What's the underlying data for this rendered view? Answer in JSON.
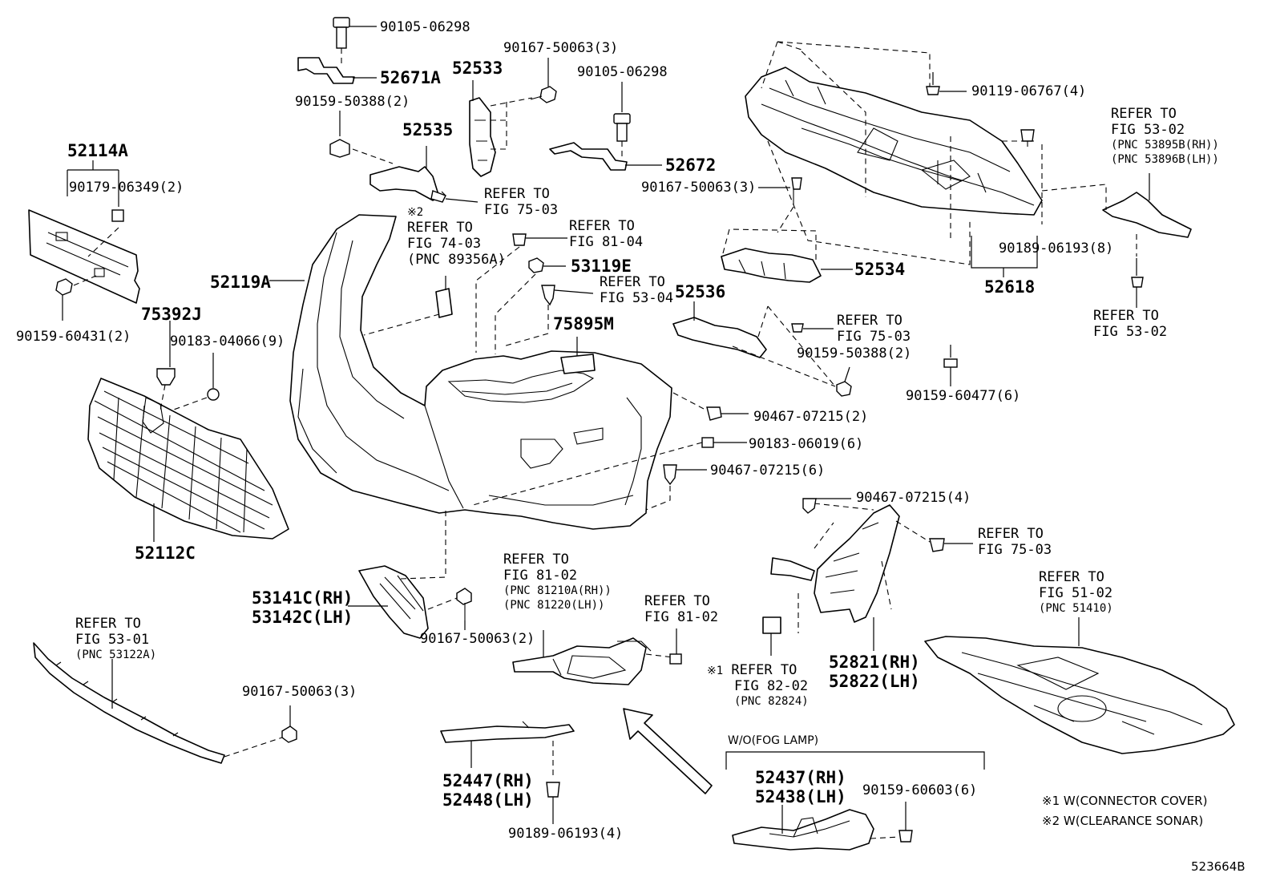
{
  "parts": {
    "p52114A": "52114A",
    "p90179_06349": "90179-06349(2)",
    "p90159_60431": "90159-60431(2)",
    "p90105_06298_a": "90105-06298",
    "p52671A": "52671A",
    "p90159_50388_a": "90159-50388(2)",
    "p52535": "52535",
    "p52533": "52533",
    "p90167_50063_a": "90167-50063(3)",
    "p90105_06298_b": "90105-06298",
    "p52672": "52672",
    "p90167_50063_b": "90167-50063(3)",
    "p52534": "52534",
    "p52536": "52536",
    "p90159_50388_b": "90159-50388(2)",
    "p90119_06767": "90119-06767(4)",
    "p90189_06193_a": "90189-06193(8)",
    "p52618": "52618",
    "p90159_60477": "90159-60477(6)",
    "p52119A": "52119A",
    "p53119E": "53119E",
    "p75895M": "75895M",
    "p75392J": "75392J",
    "p90183_04066": "90183-04066(9)",
    "p52112C": "52112C",
    "p90467_07215_a": "90467-07215(2)",
    "p90183_06019": "90183-06019(6)",
    "p90467_07215_b": "90467-07215(6)",
    "p90467_07215_c": "90467-07215(4)",
    "p53141C": "53141C(RH)",
    "p53142C": "53142C(LH)",
    "p90167_50063_c": "90167-50063(2)",
    "p90167_50063_d": "90167-50063(3)",
    "p52447": "52447(RH)",
    "p52448": "52448(LH)",
    "p90189_06193_b": "90189-06193(4)",
    "p52437": "52437(RH)",
    "p52438": "52438(LH)",
    "p90159_60603": "90159-60603(6)",
    "p52821": "52821(RH)",
    "p52822": "52822(LH)"
  },
  "refs": {
    "r75_03_a": {
      "l1": "REFER TO",
      "l2": "FIG 75-03"
    },
    "r74_03": {
      "mark": "※2",
      "l1": "REFER TO",
      "l2": "FIG 74-03",
      "l3": "(PNC 89356A)"
    },
    "r81_04": {
      "l1": "REFER TO",
      "l2": "FIG 81-04"
    },
    "r53_04": {
      "l1": "REFER TO",
      "l2": "FIG 53-04"
    },
    "r75_03_b": {
      "l1": "REFER TO",
      "l2": "FIG 75-03"
    },
    "r53_02_a": {
      "l1": "REFER TO",
      "l2": "FIG 53-02",
      "l3": "(PNC 53895B(RH))",
      "l4": "(PNC 53896B(LH))"
    },
    "r53_02_b": {
      "l1": "REFER TO",
      "l2": "FIG 53-02"
    },
    "r75_03_c": {
      "l1": "REFER TO",
      "l2": "FIG 75-03"
    },
    "r51_02": {
      "l1": "REFER TO",
      "l2": "FIG 51-02",
      "l3": "(PNC 51410)"
    },
    "r81_02_a": {
      "l1": "REFER TO",
      "l2": "FIG 81-02",
      "l3": "(PNC 81210A(RH))",
      "l4": "(PNC 81220(LH))"
    },
    "r81_02_b": {
      "l1": "REFER TO",
      "l2": "FIG 81-02"
    },
    "r82_02": {
      "mark": "※1",
      "l1": "REFER TO",
      "l2": "FIG 82-02",
      "l3": "(PNC 82824)"
    },
    "r53_01": {
      "l1": "REFER TO",
      "l2": "FIG 53-01",
      "l3": "(PNC 53122A)"
    }
  },
  "fog_lamp_label": "W/O(FOG LAMP)",
  "notes": {
    "n1": "※1 W(CONNECTOR COVER)",
    "n2": "※2 W(CLEARANCE SONAR)"
  },
  "illustration_id": "523664B"
}
